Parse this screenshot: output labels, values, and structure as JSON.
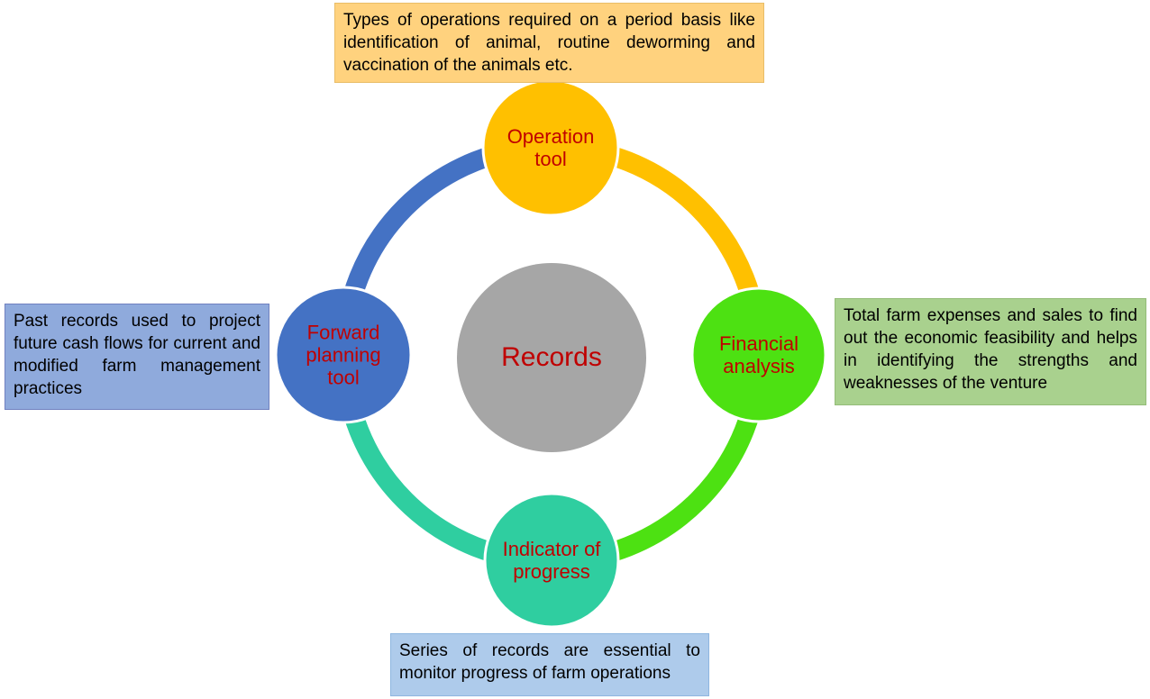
{
  "label_color": "#C00000",
  "center": {
    "label": "Records",
    "color": "#A6A6A6"
  },
  "nodes": [
    {
      "id": "operation-tool",
      "label": "Operation tool",
      "color": "#FFC000",
      "note": {
        "text": "Types of operations required on a period basis like identification of animal, routine deworming and vaccination of the animals etc.",
        "bg": "#FFD27E",
        "border": "#E9BD67"
      }
    },
    {
      "id": "financial-analysis",
      "label": "Financial analysis",
      "color": "#4DE112",
      "note": {
        "text": "Total farm expenses and sales to find out the economic feasibility and helps in identifying the strengths and weaknesses of the venture",
        "bg": "#A9D18E",
        "border": "#94BC78"
      }
    },
    {
      "id": "indicator-of-progress",
      "label": "Indicator of progress",
      "color": "#2FCEA0",
      "note": {
        "text": "Series of records are essential to monitor progress of farm operations",
        "bg": "#AECBEB",
        "border": "#8FB6E0"
      }
    },
    {
      "id": "forward-planning-tool",
      "label": "Forward planning tool",
      "color": "#4472C4",
      "note": {
        "text": "Past records used to project future cash flows for current and modified farm management practices",
        "bg": "#8FAADC",
        "border": "#7081BF"
      }
    }
  ]
}
